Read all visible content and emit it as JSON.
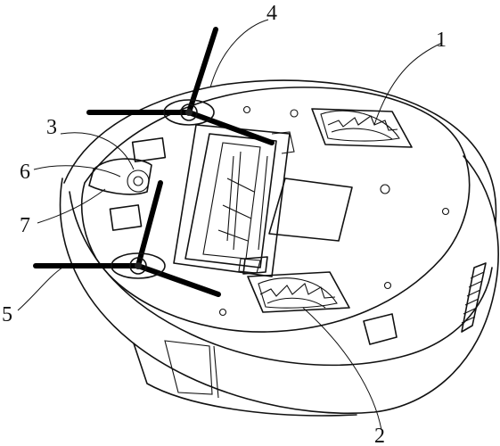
{
  "labels": [
    "1",
    "2",
    "3",
    "4",
    "5",
    "6",
    "7"
  ]
}
